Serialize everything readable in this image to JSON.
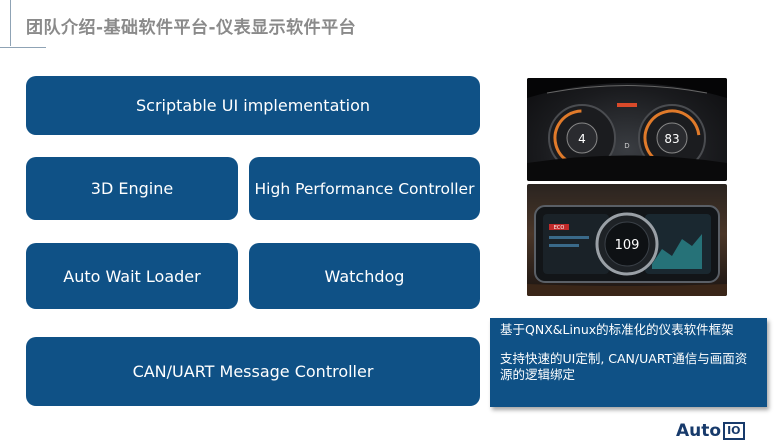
{
  "title": "团队介绍-基础软件平台-仪表显示软件平台",
  "modules": {
    "scriptable_ui": "Scriptable UI implementation",
    "engine_3d": "3D Engine",
    "high_perf_controller": "High Performance Controller",
    "auto_wait_loader": "Auto Wait Loader",
    "watchdog": "Watchdog",
    "can_uart": "CAN/UART Message Controller"
  },
  "cluster1": {
    "left_gauge": "4",
    "right_gauge": "83",
    "gear": "D"
  },
  "cluster2": {
    "center_speed": "109",
    "left_label": "ECO"
  },
  "info": {
    "line1": "基于QNX&Linux的标准化的仪表软件框架",
    "line2": "支持快速的UI定制, CAN/UART通信与画面资源的逻辑绑定"
  },
  "logo": {
    "text": "Auto",
    "mark": "IO"
  },
  "colors": {
    "primary": "#0f5186",
    "title": "#8a8a8a",
    "logo": "#173a6b"
  }
}
